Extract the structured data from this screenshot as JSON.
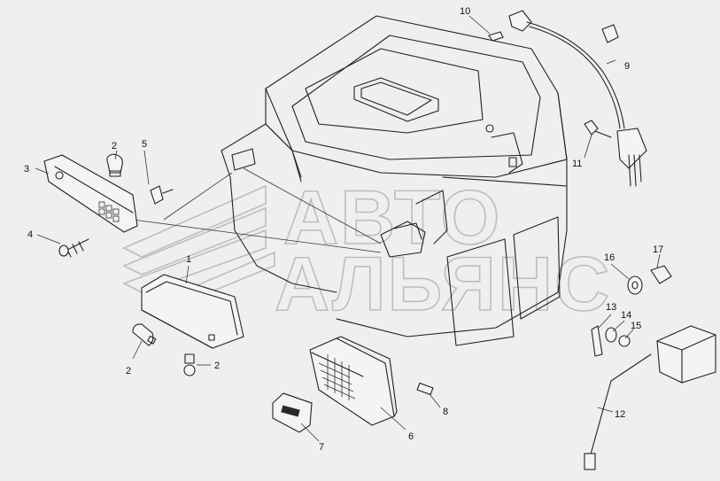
{
  "watermark": {
    "line1": "АВТО",
    "line2": "АЛЬЯНС"
  },
  "callouts": [
    {
      "id": "c1",
      "text": "1"
    },
    {
      "id": "c2a",
      "text": "2"
    },
    {
      "id": "c2b",
      "text": "2"
    },
    {
      "id": "c2c",
      "text": "2"
    },
    {
      "id": "c3",
      "text": "3"
    },
    {
      "id": "c4",
      "text": "4"
    },
    {
      "id": "c5",
      "text": "5"
    },
    {
      "id": "c6",
      "text": "6"
    },
    {
      "id": "c7",
      "text": "7"
    },
    {
      "id": "c8",
      "text": "8"
    },
    {
      "id": "c9",
      "text": "9"
    },
    {
      "id": "c10",
      "text": "10"
    },
    {
      "id": "c11",
      "text": "11"
    },
    {
      "id": "c12",
      "text": "12"
    },
    {
      "id": "c13",
      "text": "13"
    },
    {
      "id": "c14",
      "text": "14"
    },
    {
      "id": "c15",
      "text": "15"
    },
    {
      "id": "c16",
      "text": "16"
    },
    {
      "id": "c17",
      "text": "17"
    }
  ]
}
